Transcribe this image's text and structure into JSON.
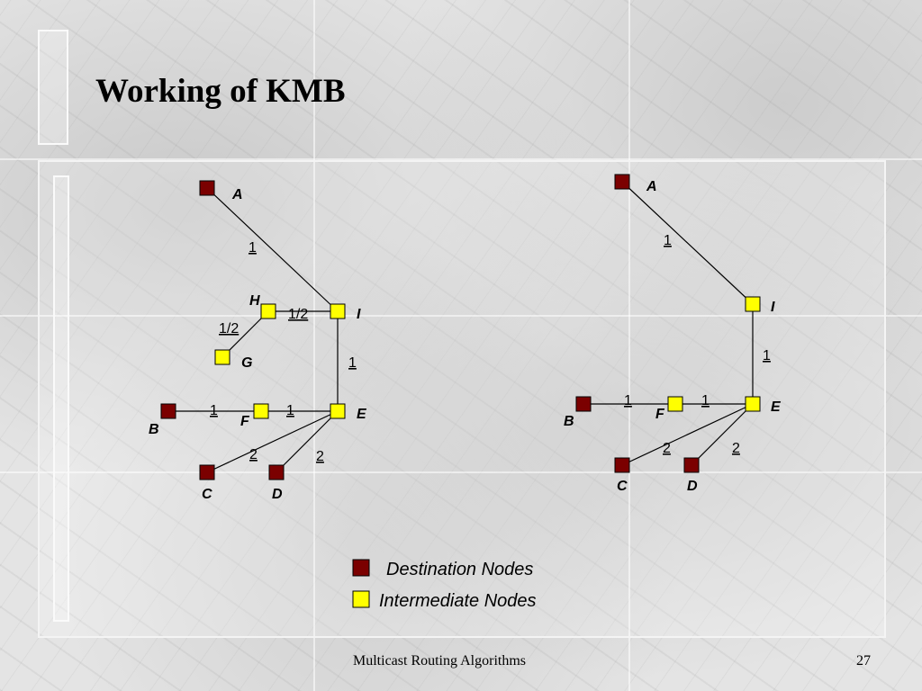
{
  "slide": {
    "title": "Working of KMB",
    "footer_text": "Multicast Routing Algorithms",
    "page_number": "27"
  },
  "colors": {
    "destination": "#7b0000",
    "intermediate": "#ffff00",
    "edge": "#000000"
  },
  "legend": [
    {
      "label": "Destination Nodes",
      "kind": "destination"
    },
    {
      "label": "Intermediate Nodes",
      "kind": "intermediate"
    }
  ],
  "graphs": [
    {
      "name": "left-graph",
      "nodes": [
        {
          "id": "A",
          "label": "A",
          "kind": "destination"
        },
        {
          "id": "H",
          "label": "H",
          "kind": "intermediate"
        },
        {
          "id": "I",
          "label": "I",
          "kind": "intermediate"
        },
        {
          "id": "G",
          "label": "G",
          "kind": "intermediate"
        },
        {
          "id": "B",
          "label": "B",
          "kind": "destination"
        },
        {
          "id": "F",
          "label": "F",
          "kind": "intermediate"
        },
        {
          "id": "E",
          "label": "E",
          "kind": "intermediate"
        },
        {
          "id": "C",
          "label": "C",
          "kind": "destination"
        },
        {
          "id": "D",
          "label": "D",
          "kind": "destination"
        }
      ],
      "edges": [
        {
          "from": "A",
          "to": "I",
          "weight": "1"
        },
        {
          "from": "H",
          "to": "I",
          "weight": "1/2"
        },
        {
          "from": "H",
          "to": "G",
          "weight": "1/2"
        },
        {
          "from": "I",
          "to": "E",
          "weight": "1"
        },
        {
          "from": "B",
          "to": "F",
          "weight": "1"
        },
        {
          "from": "F",
          "to": "E",
          "weight": "1"
        },
        {
          "from": "E",
          "to": "C",
          "weight": "2"
        },
        {
          "from": "E",
          "to": "D",
          "weight": "2"
        }
      ]
    },
    {
      "name": "right-graph",
      "nodes": [
        {
          "id": "A",
          "label": "A",
          "kind": "destination"
        },
        {
          "id": "I",
          "label": "I",
          "kind": "intermediate"
        },
        {
          "id": "B",
          "label": "B",
          "kind": "destination"
        },
        {
          "id": "F",
          "label": "F",
          "kind": "intermediate"
        },
        {
          "id": "E",
          "label": "E",
          "kind": "intermediate"
        },
        {
          "id": "C",
          "label": "C",
          "kind": "destination"
        },
        {
          "id": "D",
          "label": "D",
          "kind": "destination"
        }
      ],
      "edges": [
        {
          "from": "A",
          "to": "I",
          "weight": "1"
        },
        {
          "from": "I",
          "to": "E",
          "weight": "1"
        },
        {
          "from": "B",
          "to": "F",
          "weight": "1"
        },
        {
          "from": "F",
          "to": "E",
          "weight": "1"
        },
        {
          "from": "E",
          "to": "C",
          "weight": "2"
        },
        {
          "from": "E",
          "to": "D",
          "weight": "2"
        }
      ]
    }
  ]
}
